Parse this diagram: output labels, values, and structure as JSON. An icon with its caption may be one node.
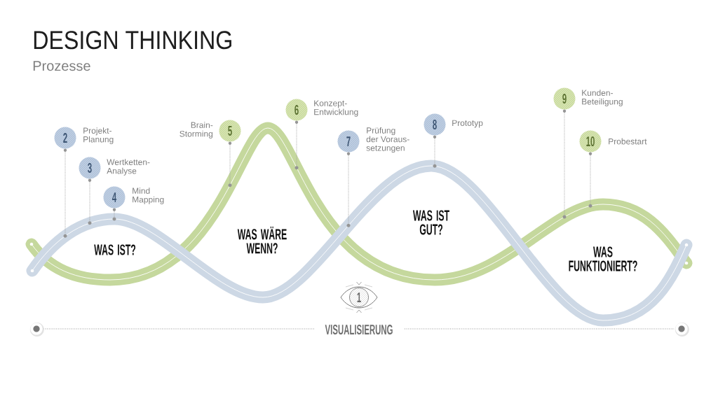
{
  "diagram": {
    "title": "DESIGN THINKING",
    "nodes": [
      {
        "text": [
          "2"
        ],
        "beside": [
          "Projekt- Planung"
        ]
      },
      {
        "text": [
          "3"
        ],
        "beside": [
          "Wertketten- Analyse"
        ]
      },
      {
        "text": [
          "4"
        ],
        "beside": [
          "Mind Mapping"
        ]
      },
      {
        "text": [
          "5"
        ],
        "beside": [
          "Brain- Storming"
        ]
      },
      {
        "text": [
          "6"
        ],
        "beside": [
          "Konzept- Entwicklung"
        ]
      },
      {
        "text": [
          "7"
        ],
        "beside": [
          "Prüfung der Voraus- setzungen"
        ]
      },
      {
        "text": [
          "8"
        ],
        "beside": [
          "Prototyp"
        ]
      },
      {
        "text": [
          "9"
        ],
        "beside": [
          "Kunden- Beteiligung"
        ]
      },
      {
        "text": [
          "10"
        ],
        "beside": [
          "Probestart"
        ]
      },
      {
        "text": [
          "1"
        ],
        "beside": [
          "VISUALISIERUNG"
        ]
      },
      {
        "text": [],
        "shape": "circle"
      },
      {
        "text": [],
        "shape": "circle"
      },
      {
        "text": [],
        "shape": "circle"
      },
      {
        "text": [],
        "shape": "circle"
      },
      {
        "text": [],
        "shape": "circle"
      },
      {
        "text": [],
        "shape": "circle"
      },
      {
        "text": [],
        "shape": "circle"
      },
      {
        "text": [],
        "shape": "circle"
      },
      {
        "text": [],
        "shape": "circle"
      }
    ],
    "edges": [
      {
        "from": 0,
        "to": 10,
        "arrow": "none"
      },
      {
        "from": 1,
        "to": 11,
        "arrow": "none"
      },
      {
        "from": 2,
        "to": 12,
        "arrow": "none"
      },
      {
        "from": 3,
        "to": 13,
        "arrow": "none"
      },
      {
        "from": 4,
        "to": 14,
        "arrow": "none"
      },
      {
        "from": 5,
        "to": 15,
        "arrow": "none"
      },
      {
        "from": 6,
        "to": 16,
        "arrow": "none"
      },
      {
        "from": 7,
        "to": 17,
        "arrow": "none"
      },
      {
        "from": 8,
        "to": 18,
        "arrow": "none"
      }
    ],
    "labels": [
      "Prozesse",
      "WAS IST?",
      "WAS WÄRE WENN?",
      "WAS IST GUT?",
      "WAS FUNKTIONIERT?"
    ]
  }
}
